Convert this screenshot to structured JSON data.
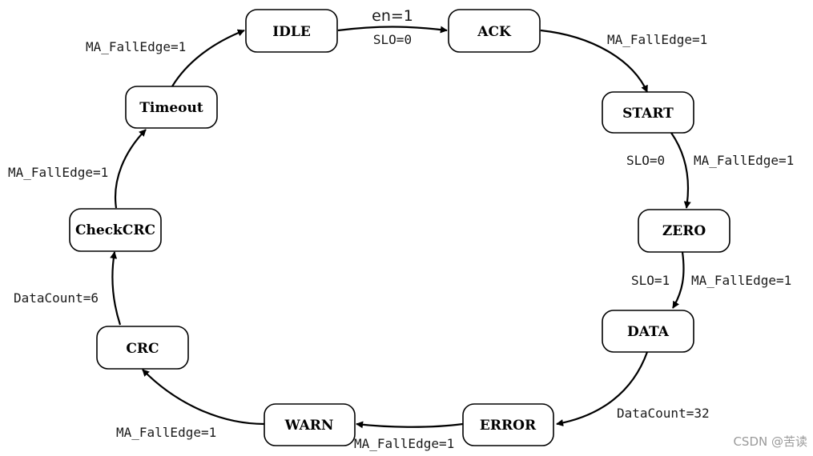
{
  "states": {
    "idle": "IDLE",
    "ack": "ACK",
    "start": "START",
    "zero": "ZERO",
    "data": "DATA",
    "error": "ERROR",
    "warn": "WARN",
    "crc": "CRC",
    "checkcrc": "CheckCRC",
    "timeout": "Timeout"
  },
  "transitions": {
    "idle_ack_top": "en=1",
    "idle_ack_bottom": "SLO=0",
    "ack_start": "MA_FallEdge=1",
    "start_zero_left": "SLO=0",
    "start_zero_right": "MA_FallEdge=1",
    "zero_data_left": "SLO=1",
    "zero_data_right": "MA_FallEdge=1",
    "data_error": "DataCount=32",
    "error_warn": "MA_FallEdge=1",
    "warn_crc": "MA_FallEdge=1",
    "crc_checkcrc": "DataCount=6",
    "checkcrc_timeout": "MA_FallEdge=1",
    "timeout_idle": "MA_FallEdge=1"
  },
  "watermark": "CSDN @苦读",
  "colors": {
    "stroke": "#000000",
    "text": "#1a1a1a",
    "watermark": "#9a9a9a"
  }
}
